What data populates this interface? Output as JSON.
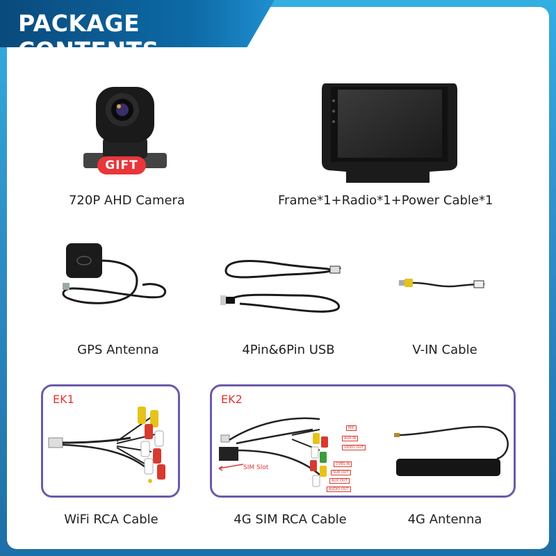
{
  "header": {
    "title": "PACKAGE CONTENTS"
  },
  "items": [
    {
      "label": "720P AHD Camera",
      "badge": "GIFT"
    },
    {
      "label": "Frame*1+Radio*1+Power Cable*1"
    },
    {
      "label": "GPS Antenna"
    },
    {
      "label": "4Pin&6Pin USB"
    },
    {
      "label": "V-IN Cable"
    },
    {
      "label": "WiFi RCA Cable",
      "tag": "EK1"
    },
    {
      "label": "4G SIM RCA Cable",
      "tag": "EK2",
      "note": "SIM Slot"
    },
    {
      "label": "4G Antenna"
    }
  ],
  "rca_tags": [
    "MIC",
    "AUX IN",
    "VIDEO OUT",
    "CVBS-IN",
    "SUB OUT",
    "AUX OUT",
    "AUDIO OUT"
  ],
  "colors": {
    "accent": "#0d6aa6",
    "border": "#6b5aa8",
    "gift": "#e9363b",
    "tag": "#e63232"
  }
}
